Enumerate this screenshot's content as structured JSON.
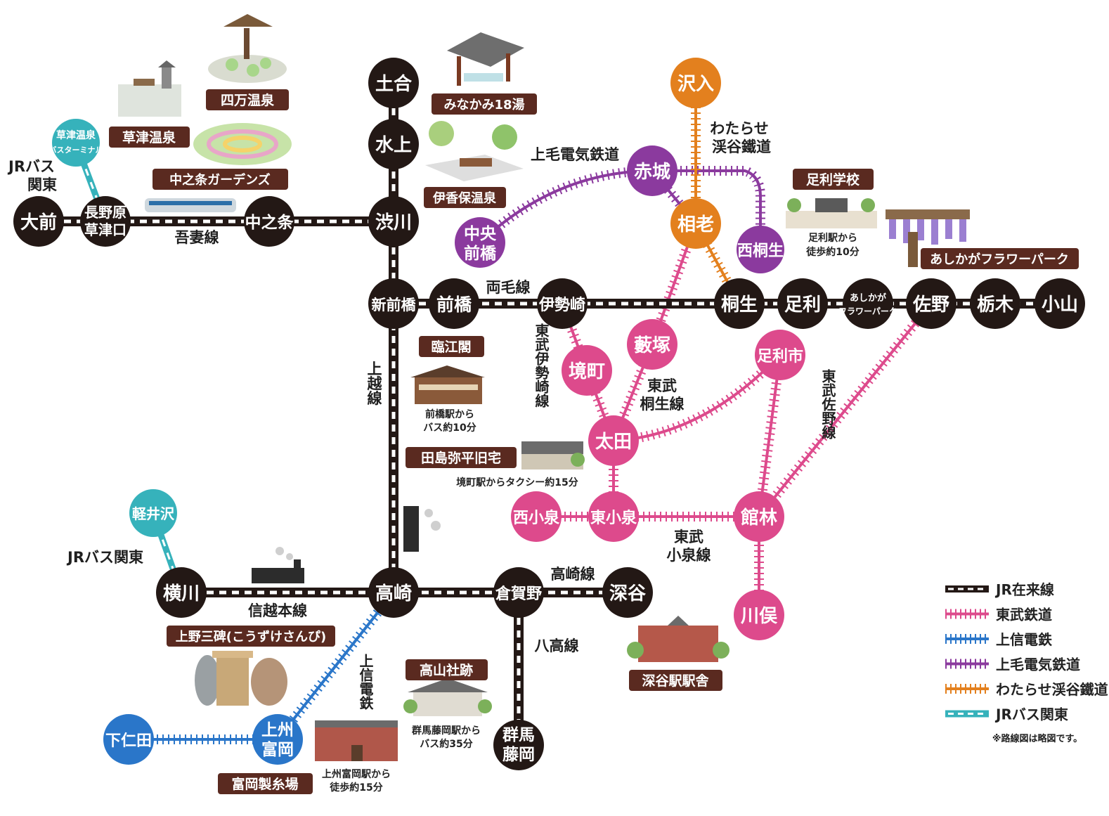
{
  "colors": {
    "jr": "#231815",
    "tobu": "#dd4a8c",
    "joshin": "#2a76c9",
    "jomo": "#8b3a9e",
    "watarase": "#e3801e",
    "jrbus": "#36b2bb",
    "tag_bg": "#5a2a20"
  },
  "stations": {
    "daizen": "大前",
    "naganohara": [
      "長野原",
      "草津口"
    ],
    "nakanojo": "中之条",
    "shibukawa": "渋川",
    "doai": "土合",
    "minakami": "水上",
    "shinmaebashi": "新前橋",
    "maebashi": "前橋",
    "isesaki": "伊勢崎",
    "kiryu": "桐生",
    "ashikaga": "足利",
    "ashikaga_fp": [
      "あしかが",
      "フラワーパーク"
    ],
    "sano": "佐野",
    "tochigi": "栃木",
    "oyama": "小山",
    "takasaki": "高崎",
    "kuragano": "倉賀野",
    "fukaya": "深谷",
    "gunma_fujioka": [
      "群馬",
      "藤岡"
    ],
    "yokokawa": "横川",
    "karuizawa": "軽井沢",
    "kusatsu_bt": [
      "草津温泉",
      "バスターミナル"
    ],
    "shimonita": "下仁田",
    "joshu_tomioka": [
      "上州",
      "富岡"
    ],
    "chuo_maebashi": [
      "中央",
      "前橋"
    ],
    "akagi": "赤城",
    "nishi_kiryu": "西桐生",
    "soi": "相老",
    "sori": "沢入",
    "yabuzuka": "藪塚",
    "sakaimachi": "境町",
    "ota": "太田",
    "ashikagashi": "足利市",
    "tatebayashi": "館林",
    "kawamata": "川俣",
    "nishi_koizumi": "西小泉",
    "higashi_koizumi": "東小泉"
  },
  "lines": {
    "jr_bus_kanto_top": [
      "JRバス",
      "関東"
    ],
    "agatsuma": "吾妻線",
    "joetsu": "上越線",
    "ryomo": "両毛線",
    "jomo_railway": "上毛電気鉄道",
    "watarase": [
      "わたらせ",
      "渓谷鐵道"
    ],
    "tobu_isesaki": "東武伊勢崎線",
    "tobu_kiryu": [
      "東武",
      "桐生線"
    ],
    "tobu_sano": "東武佐野線",
    "tobu_koizumi": [
      "東武",
      "小泉線"
    ],
    "takasaki_line": "高崎線",
    "hachiko": "八高線",
    "shinetsu": "信越本線",
    "joshin_railway": "上信電鉄",
    "jr_bus_kanto_bottom": "JRバス関東"
  },
  "spots": {
    "shima_onsen": "四万温泉",
    "kusatsu_onsen": "草津温泉",
    "nakanojo_gardens": "中之条ガーデンズ",
    "minakami18": "みなかみ18湯",
    "ikaho_onsen": "伊香保温泉",
    "ashikaga_gakko": "足利学校",
    "ashikaga_gakko_note": [
      "足利駅から",
      "徒歩約10分"
    ],
    "ashikaga_flower_park": "あしかがフラワーパーク",
    "rinkokaku": "臨江閣",
    "rinkokaku_note": [
      "前橋駅から",
      "バス約10分"
    ],
    "tajima": "田島弥平旧宅",
    "tajima_note": "境町駅からタクシー約15分",
    "kozuke_sanpi": "上野三碑(こうずけさんぴ)",
    "takayama_sha": "高山社跡",
    "takayama_note": [
      "群馬藤岡駅から",
      "バス約35分"
    ],
    "tomioka_silk": "富岡製糸場",
    "tomioka_note": [
      "上州富岡駅から",
      "徒歩約15分"
    ],
    "fukaya_station": "深谷駅駅舎"
  },
  "legend": {
    "items": [
      {
        "label": "JR在来線",
        "color": "#231815"
      },
      {
        "label": "東武鉄道",
        "color": "#dd4a8c"
      },
      {
        "label": "上信電鉄",
        "color": "#2a76c9"
      },
      {
        "label": "上毛電気鉄道",
        "color": "#8b3a9e"
      },
      {
        "label": "わたらせ渓谷鐵道",
        "color": "#e3801e"
      },
      {
        "label": "JRバス関東",
        "color": "#36b2bb"
      }
    ],
    "note": "※路線図は略図です。"
  }
}
